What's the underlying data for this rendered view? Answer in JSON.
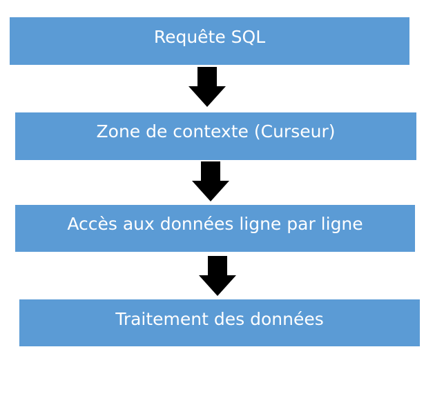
{
  "diagram": {
    "steps": [
      {
        "label": "Requête SQL"
      },
      {
        "label": "Zone de contexte (Curseur)"
      },
      {
        "label": "Accès aux données ligne par ligne"
      },
      {
        "label": "Traitement des données"
      }
    ],
    "colors": {
      "box_fill": "#5b9bd5",
      "box_text": "#ffffff",
      "arrow": "#000000",
      "background": "#ffffff"
    },
    "arrow_icon": "down-arrow-icon"
  }
}
